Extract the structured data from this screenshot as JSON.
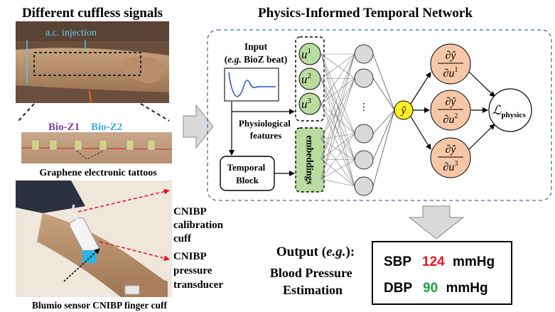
{
  "left_panel": {
    "title": "Different cuffless signals",
    "ac_injection_label": "a.c. injection",
    "bioz1_label": "Bio-Z1",
    "bioz2_label": "Bio-Z2",
    "tattoo_caption": "Graphene electronic tattoos",
    "cnibp_cuff_label": [
      "CNIBP",
      "calibration",
      "cuff"
    ],
    "cnibp_transducer_label": [
      "CNIBP",
      "pressure",
      "transducer"
    ],
    "finger_cuff_caption": "Blumio sensor CNIBP finger cuff"
  },
  "network": {
    "title": "Physics-Informed Temporal Network",
    "input_label": "Input",
    "input_example": "(e.g. BioZ beat)",
    "features_label": [
      "Physiological",
      "features"
    ],
    "temporal_block_label": [
      "Temporal",
      "Block"
    ],
    "embeddings_label": "embeddings",
    "inputs": [
      "u",
      "u",
      "u"
    ],
    "input_superscripts": [
      "1",
      "2",
      "3"
    ],
    "hidden_ellipsis": "⋮",
    "output_node": "ŷ",
    "derivative_numerator": "∂ŷ",
    "derivative_denominators": [
      "∂u",
      "∂u",
      "∂u"
    ],
    "loss_label": "ℒ",
    "loss_subscript": "physics"
  },
  "output": {
    "label_prefix": "Output (",
    "label_eg": "e.g.",
    "label_suffix": "):",
    "subtitle": [
      "Blood Pressure",
      "Estimation"
    ],
    "sbp_label": "SBP",
    "sbp_value": "124",
    "dbp_label": "DBP",
    "dbp_value": "90",
    "unit": "mmHg"
  },
  "colors": {
    "frame_dash": "#3f6fb0",
    "green_node": "#b9dca0",
    "gray_node": "#d9d9d9",
    "yhat_node": "#ffee22",
    "orange_node": "#f6c7a6",
    "sbp_value": "#e8141c",
    "dbp_value": "#22a24a",
    "bioz1": "#7a3da0",
    "bioz2": "#3aa8e0",
    "ac_injection": "#5fd0e8"
  }
}
